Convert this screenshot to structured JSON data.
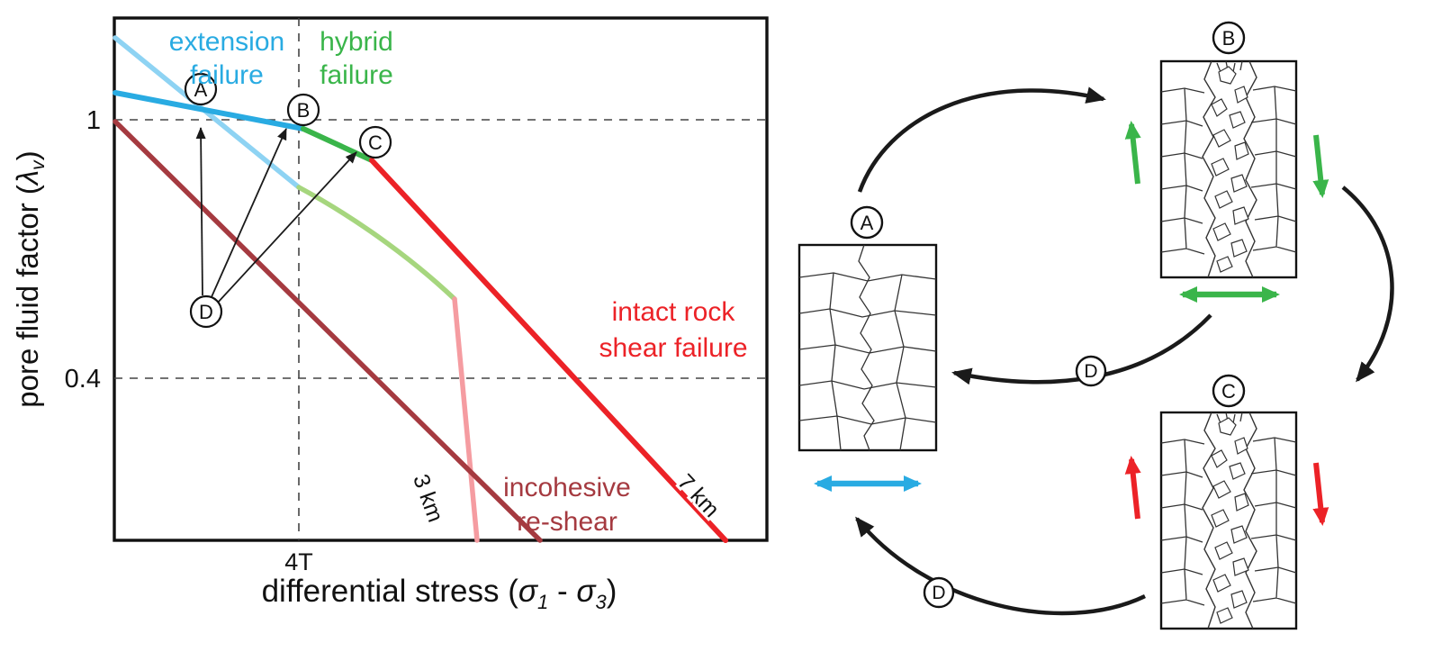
{
  "colors": {
    "ink": "#1a1a1a",
    "extension_blue": "#29ABE2",
    "extension_blue_light": "#8ED3F3",
    "hybrid_green": "#3AB54A",
    "hybrid_green_light": "#A6D67E",
    "shear_red": "#EC2227",
    "shear_red_light": "#F59CA1",
    "reshear_dark_red": "#A53A40"
  },
  "plot": {
    "y_axis": {
      "prefix": "pore fluid factor (",
      "symbol": "λ",
      "subscript": "v",
      "suffix": ")"
    },
    "x_axis": {
      "prefix": "differential stress (",
      "sigma1": "σ",
      "sub_1": "1",
      "minus": " - ",
      "sigma3": "σ",
      "sub_3": "3",
      "suffix": ")"
    },
    "ticks": {
      "y_1": "1",
      "y_04": "0.4",
      "x_4t": "4T"
    },
    "region_labels": {
      "extension_1": "extension",
      "extension_2": "failure",
      "hybrid_1": "hybrid",
      "hybrid_2": "failure",
      "intact_1": "intact rock",
      "intact_2": "shear failure",
      "reshear_1": "incohesive",
      "reshear_2": "re-shear",
      "depth_3": "3 km",
      "depth_7": "7 km"
    },
    "points": {
      "a": "A",
      "b": "B",
      "c": "C",
      "d": "D"
    }
  },
  "cycle": {
    "a": "A",
    "b": "B",
    "c": "C",
    "d_upper": "D",
    "d_lower": "D"
  },
  "chart_data": {
    "type": "line",
    "xlabel": "differential stress (σ1 - σ3), in multiples of tensile strength T",
    "ylabel": "pore fluid factor (λv)",
    "x_tick": {
      "label": "4T",
      "value": 4
    },
    "y_ticks": [
      1,
      0.4
    ],
    "grid": "dashed reference lines at λv = 1, λv = 0.4 and σd = 4T",
    "series": [
      {
        "name": "extension failure (7 km)",
        "color": "#29ABE2",
        "x": [
          0,
          4.1
        ],
        "y": [
          1.06,
          0.98
        ]
      },
      {
        "name": "hybrid failure (7 km)",
        "color": "#3AB54A",
        "x": [
          4.1,
          5.6
        ],
        "y": [
          0.98,
          0.91
        ]
      },
      {
        "name": "intact rock shear failure (7 km)",
        "color": "#EC2227",
        "x": [
          5.6,
          13.2
        ],
        "y": [
          0.91,
          0.02
        ]
      },
      {
        "name": "extension failure (3 km)",
        "color": "#8ED3F3",
        "x": [
          0,
          4.0
        ],
        "y": [
          1.19,
          0.84
        ]
      },
      {
        "name": "hybrid failure (3 km)",
        "color": "#A6D67E",
        "x": [
          4.0,
          7.4
        ],
        "y": [
          0.84,
          0.58
        ]
      },
      {
        "name": "intact rock shear failure (3 km)",
        "color": "#F59CA1",
        "x": [
          7.4,
          7.9
        ],
        "y": [
          0.58,
          0.02
        ]
      },
      {
        "name": "incohesive re-shear",
        "color": "#A53A40",
        "x": [
          0,
          9.3
        ],
        "y": [
          1.0,
          0.02
        ]
      }
    ],
    "cycle_points": [
      {
        "label": "A",
        "x": 1.9,
        "y": 1.02
      },
      {
        "label": "B",
        "x": 4.1,
        "y": 0.98
      },
      {
        "label": "C",
        "x": 5.6,
        "y": 0.91
      },
      {
        "label": "D",
        "x": 2.0,
        "y": 0.56
      }
    ]
  }
}
